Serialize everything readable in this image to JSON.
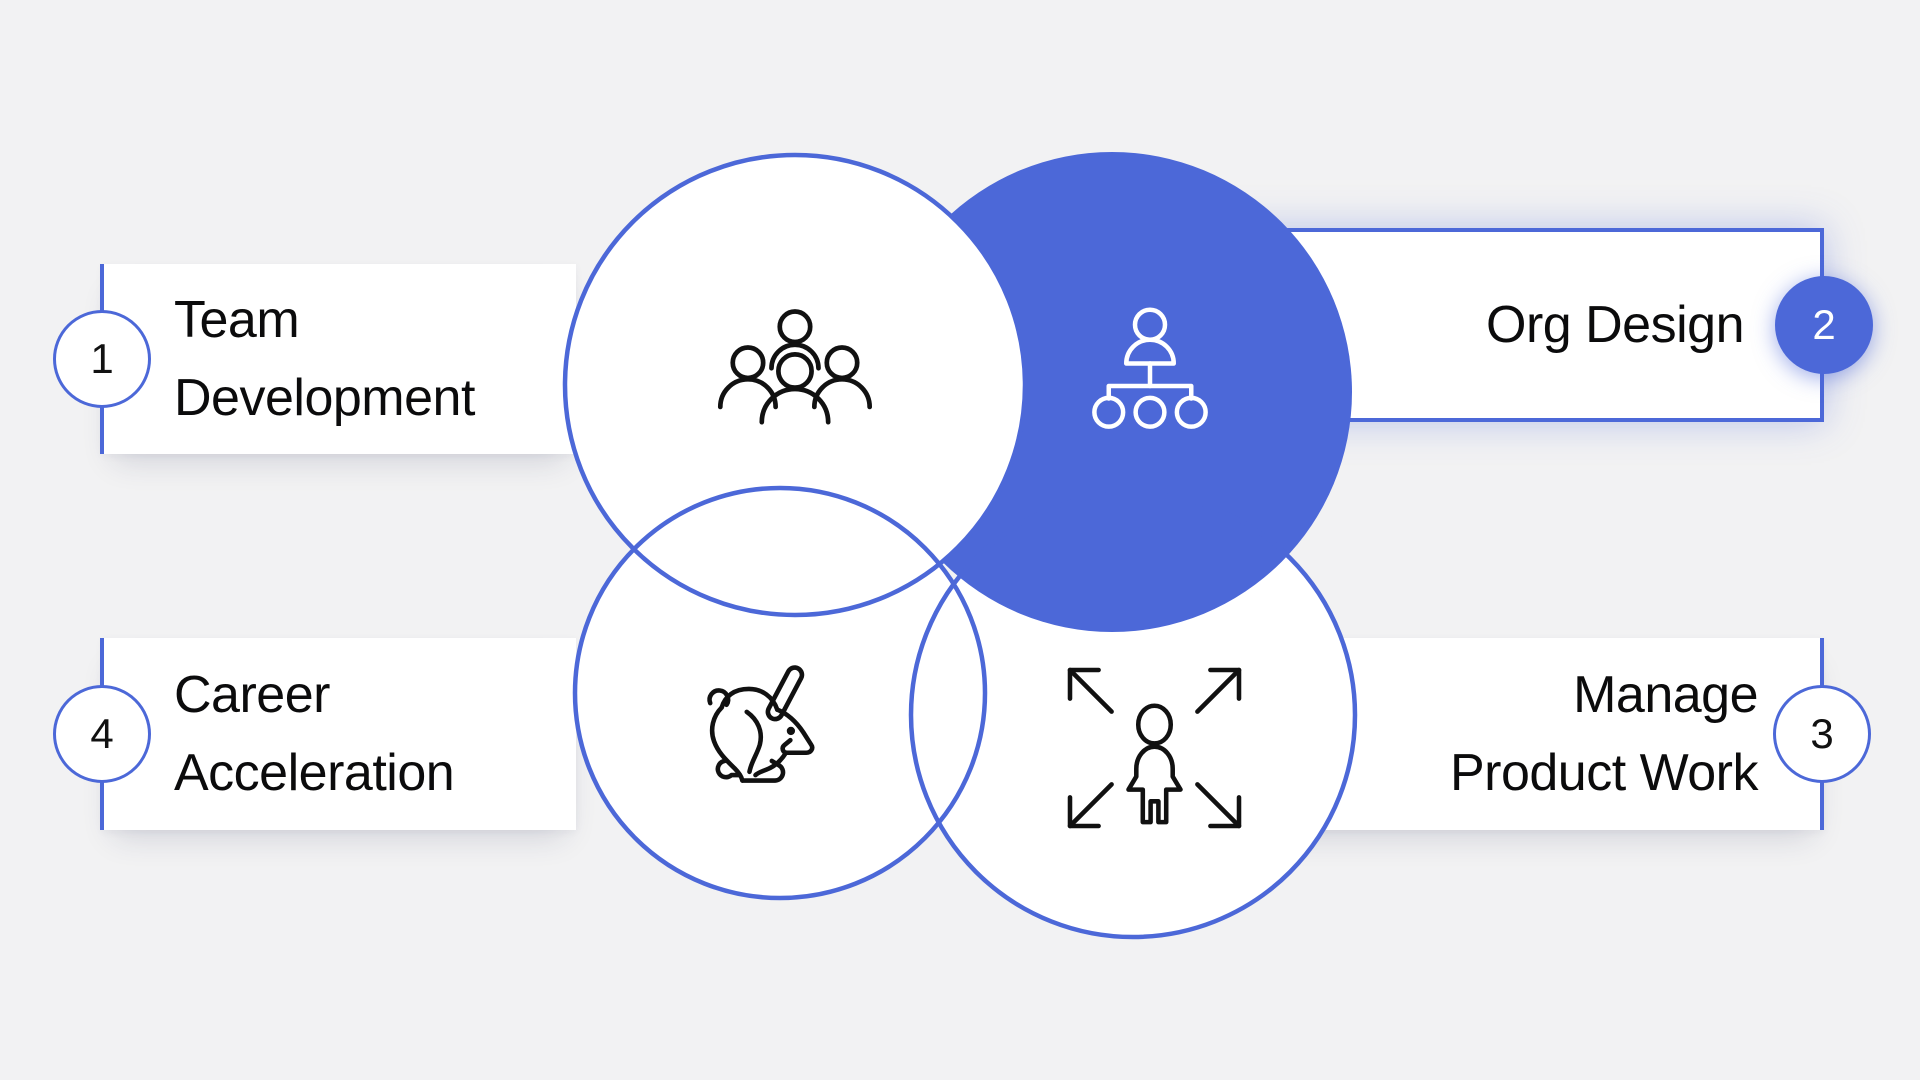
{
  "canvas": {
    "background": "#F2F2F3"
  },
  "palette": {
    "accent_blue": "#4C68D8",
    "card_background": "#FFFFFF",
    "text_color": "#0B0B0C",
    "icon_stroke": "#111111",
    "active_icon_stroke": "#FFFFFF",
    "active_badge_text": "#FFFFFF"
  },
  "diagram": {
    "steps": [
      {
        "number": "1",
        "line1": "Team",
        "line2": "Development",
        "icon": "people-group-icon",
        "active": false,
        "side": "left"
      },
      {
        "number": "2",
        "line1": "Org Design",
        "line2": "",
        "icon": "org-chart-icon",
        "active": true,
        "side": "right"
      },
      {
        "number": "3",
        "line1": "Manage",
        "line2": "Product Work",
        "icon": "person-expand-arrows-icon",
        "active": false,
        "side": "right"
      },
      {
        "number": "4",
        "line1": "Career",
        "line2": "Acceleration",
        "icon": "rabbit-icon",
        "active": false,
        "side": "left"
      }
    ]
  }
}
